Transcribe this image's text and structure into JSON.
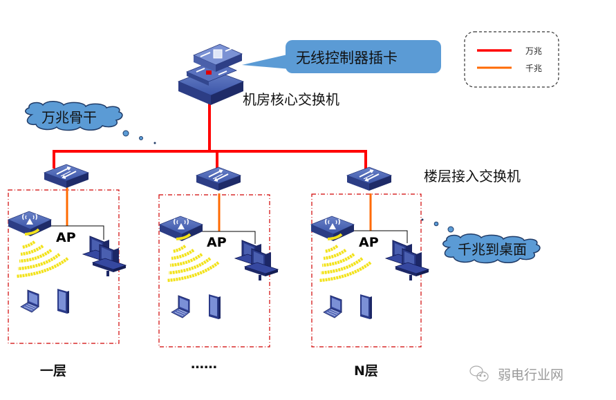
{
  "title_nodes": {
    "core_switch": "机房核心交换机",
    "access_switch": "楼层接入交换机",
    "wlc_card": "无线控制器插卡"
  },
  "callouts": {
    "backbone": "万兆骨干",
    "desktop": "千兆到桌面"
  },
  "legend": {
    "items": [
      {
        "label": "万兆",
        "color": "#ff0000"
      },
      {
        "label": "千兆",
        "color": "#ff6a00"
      }
    ]
  },
  "floors": [
    {
      "label": "一层",
      "ap_label": "AP"
    },
    {
      "label": "……",
      "ap_label": "AP"
    },
    {
      "label": "N层",
      "ap_label": "AP"
    }
  ],
  "colors": {
    "ten_gig_link": "#ff0000",
    "gig_link": "#ff6a00",
    "device_blue": "#3a4f9a",
    "callout_fill": "#5b9bd5",
    "wifi_wave": "#f2e21a",
    "floor_border": "#d00000"
  },
  "watermark": "弱电行业网"
}
